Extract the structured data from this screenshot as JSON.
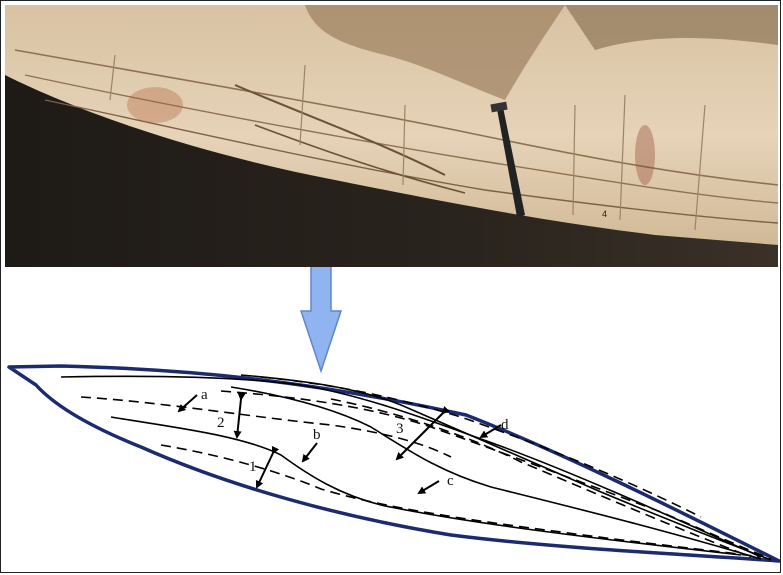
{
  "photo_marker": "4",
  "diagram": {
    "labels": {
      "a": "a",
      "b": "b",
      "c": "c",
      "d": "d",
      "n1": "1",
      "n2": "2",
      "n3": "3"
    }
  },
  "colors": {
    "outline": "#1c2a6e",
    "arrow_fill": "#8fb4f0",
    "arrow_stroke": "#5e86cc",
    "line": "#000000"
  }
}
